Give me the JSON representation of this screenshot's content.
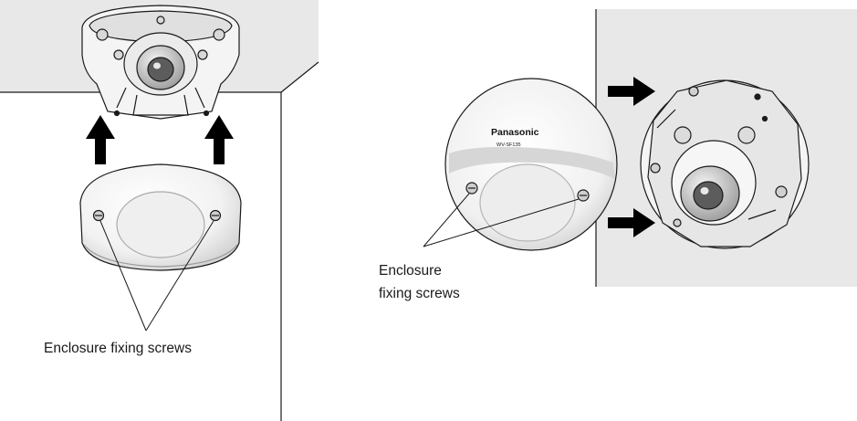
{
  "left_figure": {
    "callout_label": "Enclosure fixing screws"
  },
  "right_figure": {
    "callout_label_line1": "Enclosure",
    "callout_label_line2": "fixing screws",
    "brand": "Panasonic",
    "model": "WV-SF135"
  },
  "colors": {
    "surface_gray": "#e8e8e8",
    "line": "#1a1a1a",
    "arrow": "#000000",
    "cover_shade": "#d6d6d6"
  }
}
